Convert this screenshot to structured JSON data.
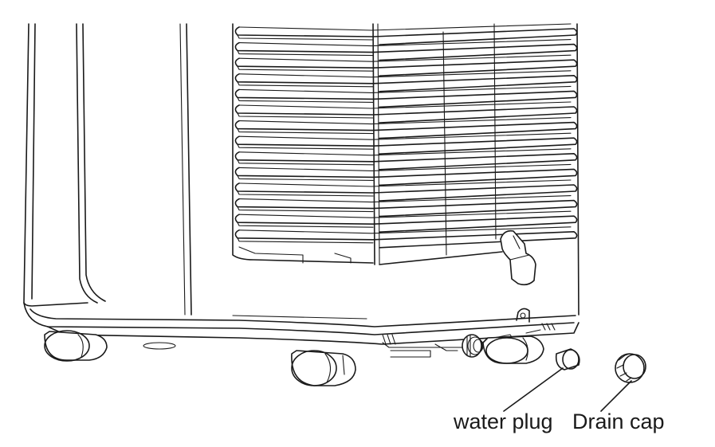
{
  "labels": {
    "water_plug": "water plug",
    "drain_cap": "Drain cap"
  },
  "colors": {
    "line": "#1a1a1a",
    "background": "#ffffff"
  },
  "louver_count": 14
}
